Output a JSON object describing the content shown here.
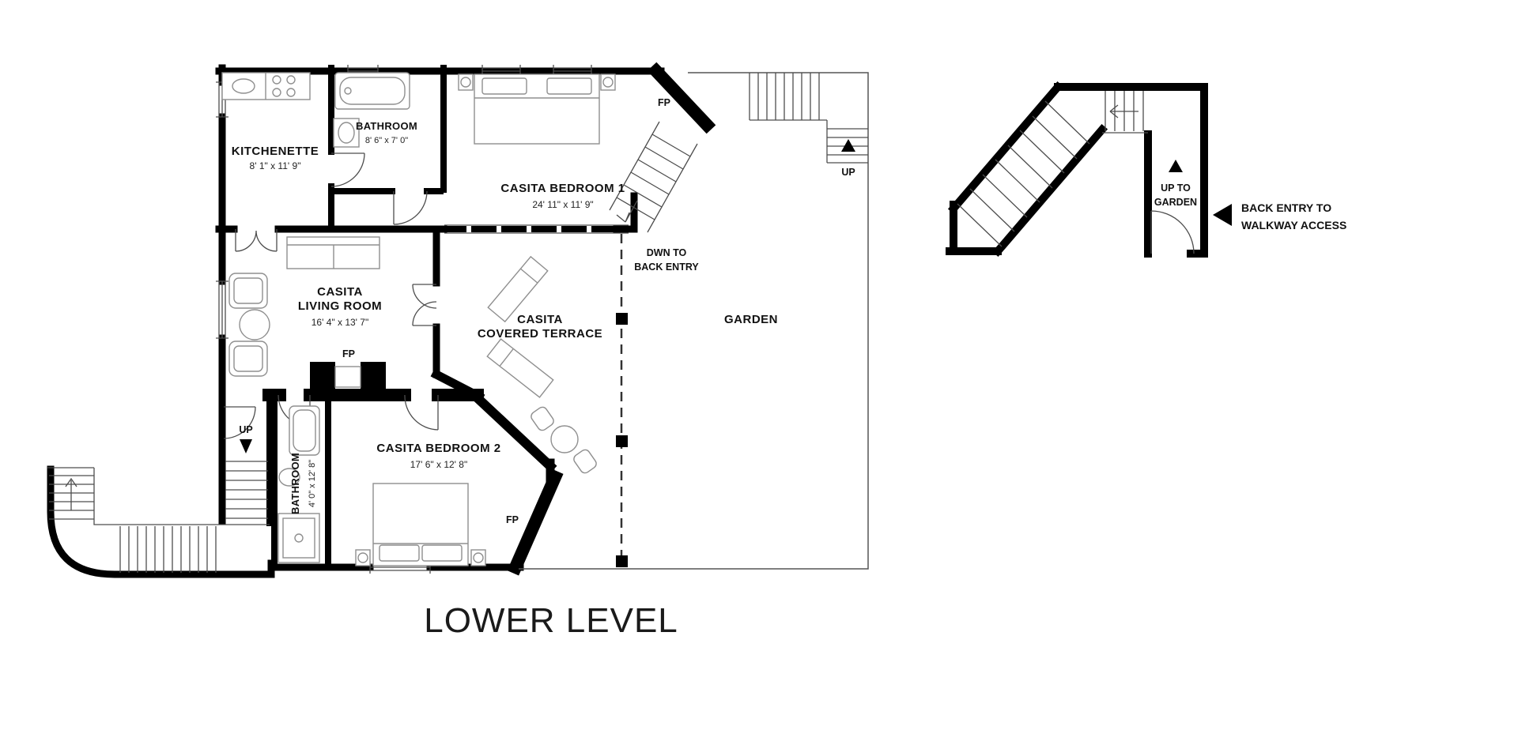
{
  "title": "LOWER LEVEL",
  "rooms": {
    "kitchenette": {
      "name": "KITCHENETTE",
      "dims": "8' 1\" x 11' 9\""
    },
    "bathroom_upper": {
      "name": "BATHROOM",
      "dims": "8' 6\" x 7' 0\""
    },
    "bedroom1": {
      "name": "CASITA BEDROOM 1",
      "dims": "24' 11\" x 11' 9\""
    },
    "living_room": {
      "line1": "CASITA",
      "line2": "LIVING ROOM",
      "dims": "16' 4\" x 13' 7\""
    },
    "terrace": {
      "line1": "CASITA",
      "line2": "COVERED TERRACE"
    },
    "garden": {
      "name": "GARDEN"
    },
    "bedroom2": {
      "name": "CASITA BEDROOM 2",
      "dims": "17' 6\" x 12' 8\""
    },
    "bathroom_lower": {
      "name": "BATHROOM",
      "dims": "4' 0\" x 12' 8\""
    }
  },
  "labels": {
    "fp": "FP",
    "up": "UP",
    "dwn_line1": "DWN TO",
    "dwn_line2": "BACK ENTRY",
    "up_garden_line1": "UP TO",
    "up_garden_line2": "GARDEN",
    "back_entry_line1": "BACK ENTRY TO",
    "back_entry_line2": "WALKWAY ACCESS"
  },
  "colors": {
    "wall": "#000000",
    "thin_line": "#4d4d4d",
    "furniture": "#8f8f8f",
    "text": "#111111"
  }
}
